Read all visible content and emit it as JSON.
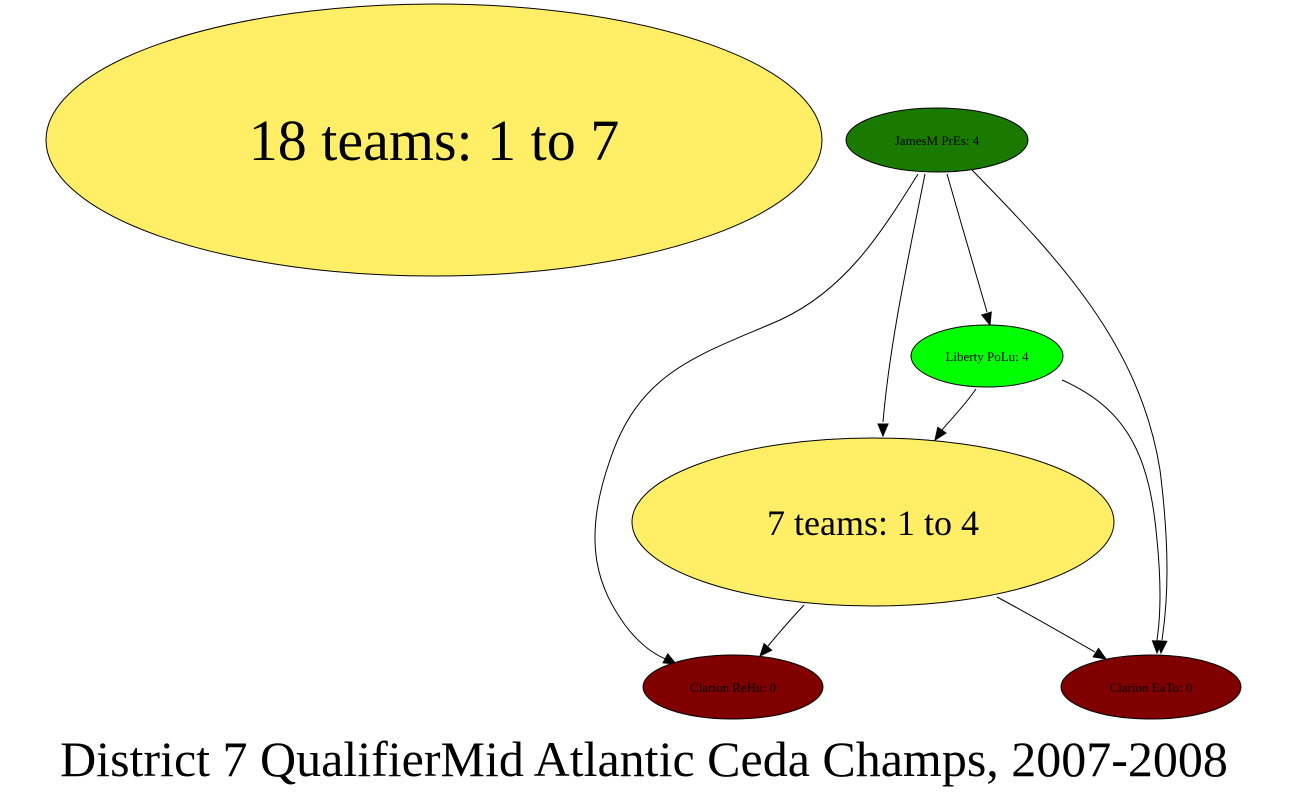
{
  "graph": {
    "caption": "District 7 QualifierMid Atlantic Ceda Champs, 2007-2008",
    "nodes": [
      {
        "id": "group18",
        "label": "18 teams: 1 to 7",
        "fill": "#ffee66"
      },
      {
        "id": "jamesm",
        "label": "JamesM PrEs: 4",
        "fill": "#1a7a00"
      },
      {
        "id": "liberty",
        "label": "Liberty PoLu: 4",
        "fill": "#00ff00"
      },
      {
        "id": "group7",
        "label": "7 teams: 1 to 4",
        "fill": "#ffee66"
      },
      {
        "id": "clarion_rehu",
        "label": "Clarion ReHu: 0",
        "fill": "#800000"
      },
      {
        "id": "clarion_eato",
        "label": "Clarion EaTo: 0",
        "fill": "#800000"
      }
    ],
    "edges": [
      {
        "from": "jamesm",
        "to": "clarion_rehu"
      },
      {
        "from": "jamesm",
        "to": "group7"
      },
      {
        "from": "jamesm",
        "to": "liberty"
      },
      {
        "from": "jamesm",
        "to": "clarion_eato"
      },
      {
        "from": "liberty",
        "to": "group7"
      },
      {
        "from": "liberty",
        "to": "clarion_eato"
      },
      {
        "from": "group7",
        "to": "clarion_rehu"
      },
      {
        "from": "group7",
        "to": "clarion_eato"
      }
    ]
  }
}
